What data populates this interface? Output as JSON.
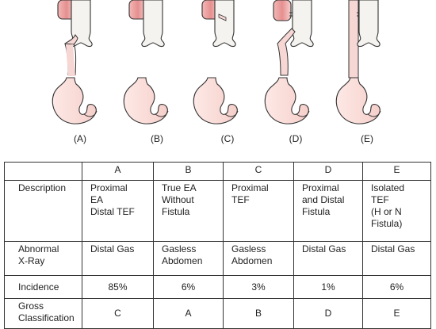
{
  "diagram_labels": [
    "(A)",
    "(B)",
    "(C)",
    "(D)",
    "(E)"
  ],
  "colors": {
    "esophagus_fill": "#f6d7d4",
    "esophagus_stroke": "#333333",
    "pouch_top": "#e08a8a",
    "trachea_fill": "#f5f3ef"
  },
  "table": {
    "columns": [
      "",
      "A",
      "B",
      "C",
      "D",
      "E"
    ],
    "rows": [
      {
        "header": "Description",
        "cells": [
          "Proximal\nEA\nDistal TEF",
          "True EA\nWithout\nFistula",
          "Proximal\nTEF",
          "Proximal\nand Distal\nFistula",
          "Isolated\nTEF\n(H or N\nFistula)"
        ]
      },
      {
        "header": "Abnormal\nX-Ray",
        "cells": [
          "Distal Gas",
          "Gasless\nAbdomen",
          "Gasless\nAbdomen",
          "Distal Gas",
          "Distal Gas"
        ]
      },
      {
        "header": "Incidence",
        "cells": [
          "85%",
          "6%",
          "3%",
          "1%",
          "6%"
        ]
      },
      {
        "header": "Gross\nClassification",
        "cells": [
          "C",
          "A",
          "B",
          "D",
          "E"
        ]
      }
    ]
  }
}
